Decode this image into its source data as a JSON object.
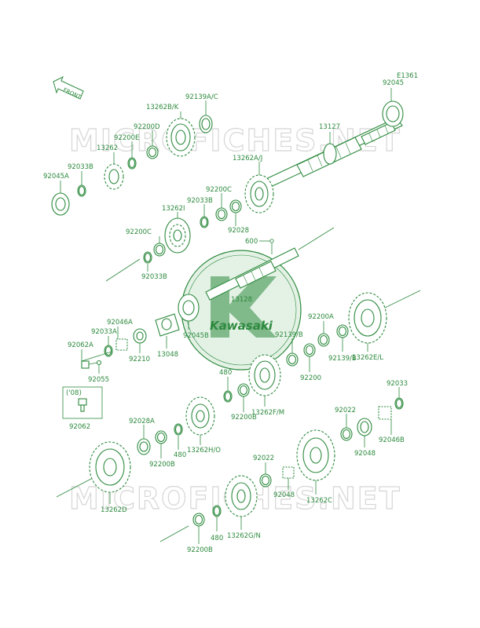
{
  "diagram_code": "E1361",
  "front_label": "FRONT",
  "watermark": "MICROFICHES.NET",
  "brand": "Kawasaki",
  "year_note": "('08)",
  "colors": {
    "accent": "#2d8a3e",
    "watermark": "#d6d6d6",
    "logo_fill": "#e4f2e6"
  },
  "labels": {
    "l92045_top": "92045",
    "l13127": "13127",
    "l92139ac": "92139A/C",
    "l13262bk": "13262B/K",
    "l92200d": "92200D",
    "l92200e": "92200E",
    "l13262": "13262",
    "l92033b_top": "92033B",
    "l92045a": "92045A",
    "l13262aj": "13262A/J",
    "l92200c_mid": "92200C",
    "l92033b_mid": "92033B",
    "l13262i": "13262I",
    "l92028_top": "92028",
    "l92200c_left": "92200C",
    "l92033b_left": "92033B",
    "l600": "600",
    "l13128": "13128",
    "l92046a": "92046A",
    "l92033a": "92033A",
    "l92062a": "92062A",
    "l92055": "92055",
    "l92210": "92210",
    "l13048": "13048",
    "l92045b": "92045B",
    "l92139b_l": "92139/B",
    "l92200a": "92200A",
    "l92139b_r": "92139/B",
    "l92200": "92200",
    "l13262el": "13262E/L",
    "l480_a": "480",
    "l92200b_a": "92200B",
    "l13262fm": "13262F/M",
    "l92062": "92062",
    "l92028a": "92028A",
    "l92200b_b": "92200B",
    "l480_b": "480",
    "l13262ho": "13262H/O",
    "l13262d": "13262D",
    "l92022_a": "92022",
    "l92048_a": "92048",
    "l92033_r": "92033",
    "l92046b": "92046B",
    "l92048_b": "92048",
    "l92022_b": "92022",
    "l13262c": "13262C",
    "l480_c": "480",
    "l92200b_c": "92200B",
    "l13262gn": "13262G/N"
  }
}
